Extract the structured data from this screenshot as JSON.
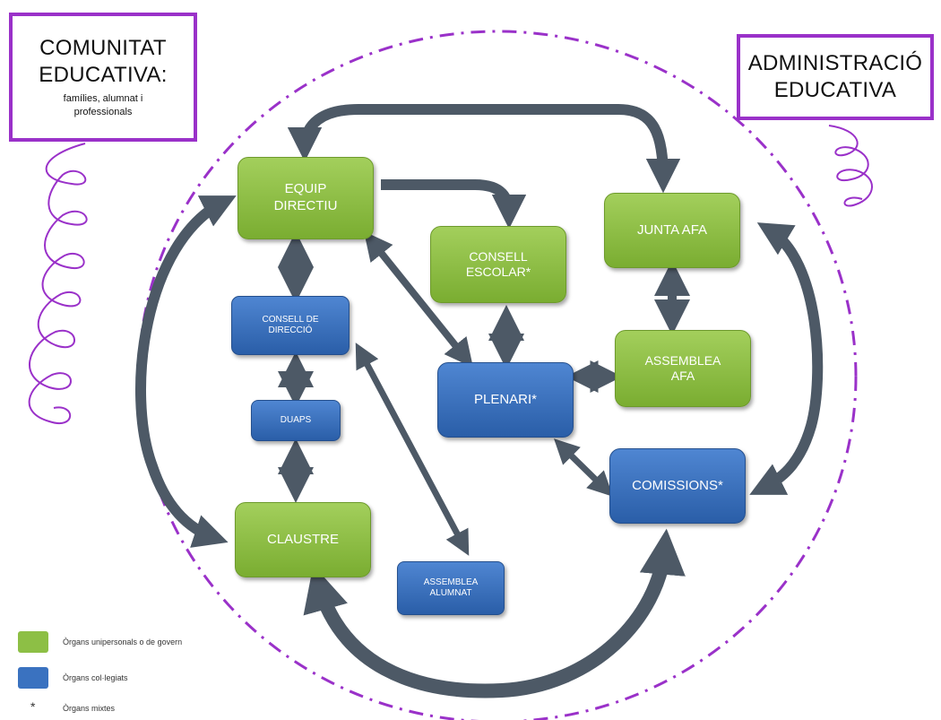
{
  "colors": {
    "green": "#8dbf45",
    "blue": "#3a72c0",
    "arrow": "#4d5966",
    "purple": "#9a31c9"
  },
  "frames": {
    "left": {
      "title": "COMUNITAT\nEDUCATIVA:",
      "subtitle": "famílies, alumnat i\nprofessionals"
    },
    "right": {
      "title": "ADMINISTRACIÓ\nEDUCATIVA"
    }
  },
  "nodes": {
    "equip_directiu": "EQUIP\nDIRECTIU",
    "consell_escolar": "CONSELL\nESCOLAR*",
    "junta_afa": "JUNTA AFA",
    "consell_direccio": "CONSELL DE\nDIRECCIÓ",
    "duaps": "DUAPS",
    "claustre": "CLAUSTRE",
    "plenari": "PLENARI*",
    "assemblea_afa": "ASSEMBLEA\nAFA",
    "comissions": "COMISSIONS*",
    "assemblea_alumnat": "ASSEMBLEA\nALUMNAT"
  },
  "legend": [
    {
      "color": "#8dbf45",
      "label": "Òrgans unipersonals o de govern"
    },
    {
      "color": "#3a72c0",
      "label": "Òrgans col·legiats"
    },
    {
      "symbol": "*",
      "label": "Òrgans mixtes"
    }
  ]
}
